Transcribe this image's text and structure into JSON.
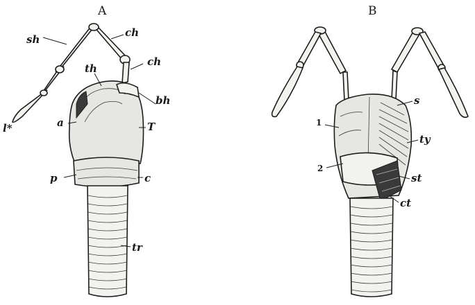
{
  "figure": {
    "panels": [
      {
        "title": "A",
        "labels": {
          "sh": "sh",
          "ch_upper": "ch",
          "ch_lower": "ch",
          "th": "th",
          "bh": "bh",
          "l_star": "l*",
          "a": "a",
          "T": "T",
          "p": "p",
          "c": "c",
          "tr": "tr"
        }
      },
      {
        "title": "B",
        "labels": {
          "s": "s",
          "one": "1",
          "ty": "ty",
          "two": "2",
          "st": "st",
          "ct": "ct"
        }
      }
    ]
  }
}
